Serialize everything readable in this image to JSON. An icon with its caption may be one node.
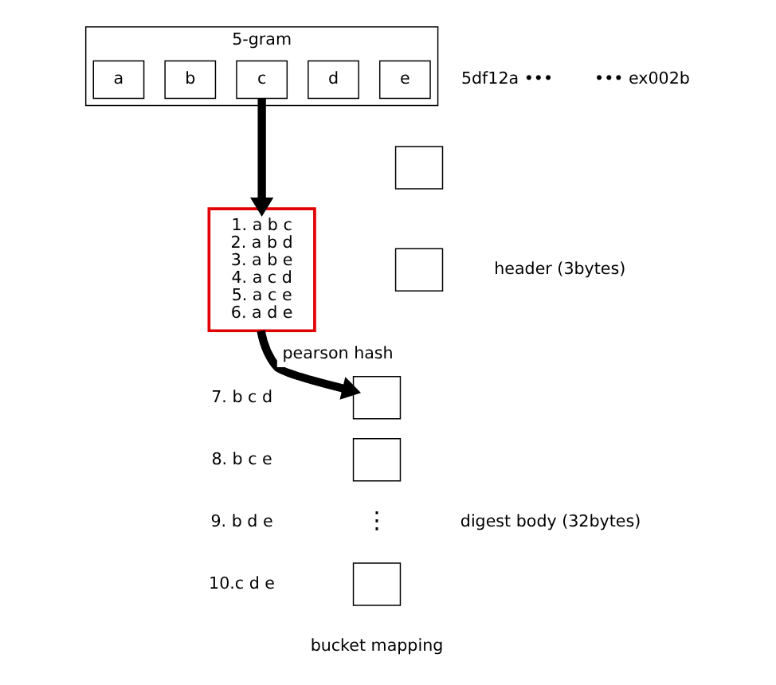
{
  "diagram": {
    "nodes": [
      {
        "text": [
          "5-gram"
        ]
      },
      {
        "text": [
          "a"
        ],
        "in": 0
      },
      {
        "text": [
          "b"
        ],
        "in": 0
      },
      {
        "text": [
          "c"
        ],
        "in": 0
      },
      {
        "text": [
          "d"
        ],
        "in": 0
      },
      {
        "text": [
          "e"
        ],
        "in": 0
      },
      {
        "text": [
          "1. a b c",
          "2. a b d",
          "3. a b e",
          "4. a c d",
          "5. a c e",
          "6. a d e"
        ]
      },
      {
        "text": [],
        "shape": "box"
      },
      {
        "text": [],
        "shape": "box"
      },
      {
        "text": [],
        "shape": "box"
      },
      {
        "text": [],
        "shape": "box"
      },
      {
        "text": [],
        "shape": "box"
      }
    ],
    "edges": [
      {
        "from": 3,
        "to": 6,
        "arrow": "to"
      },
      {
        "from": 6,
        "to": 9,
        "arrow": "to",
        "label": "pearson hash"
      }
    ],
    "labels": [
      "5df12a •••",
      "••• ex002b",
      "7. b c d",
      "8. b c e",
      "9. b d e",
      "10.c d e",
      "header (3bytes)",
      "⋮",
      "digest body (32bytes)",
      "bucket mapping"
    ]
  }
}
